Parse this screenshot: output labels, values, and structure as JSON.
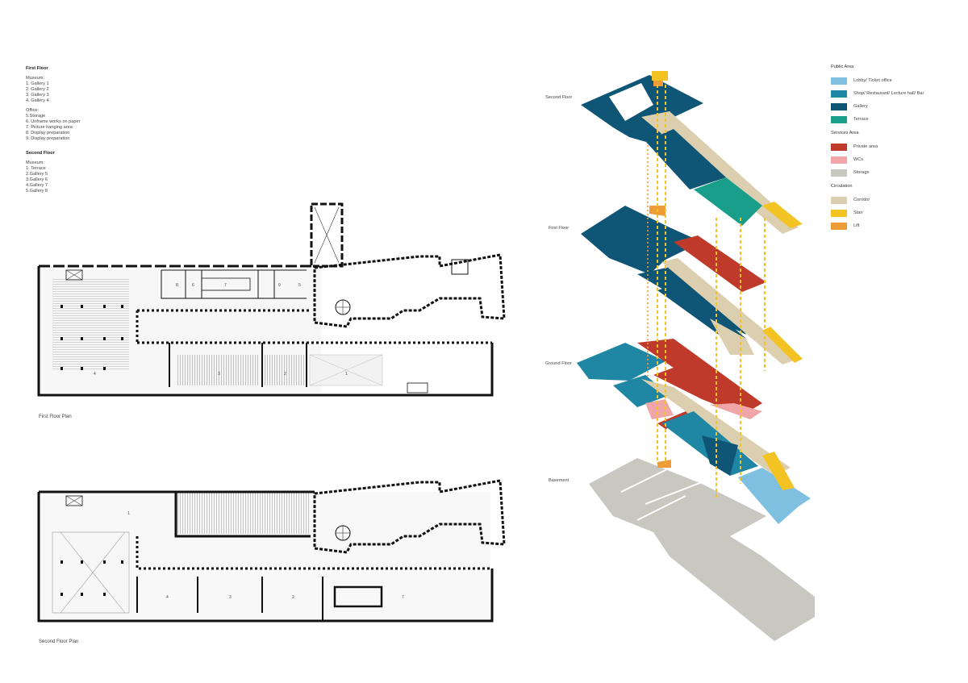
{
  "notes": {
    "first_floor": {
      "title": "First Floor",
      "museum_heading": "Museum:",
      "museum_items": [
        "1. Gallery 1",
        "2. Gallery 2",
        "3. Gallery 3",
        "4. Gallery 4"
      ],
      "office_heading": "Office:",
      "office_items": [
        "5.Storage",
        "6. Unframe works on paper",
        "7. Picture hanging area",
        "8. Display preparation",
        "9. Display preparation"
      ]
    },
    "second_floor": {
      "title": "Second Floor",
      "museum_heading": "Museum:",
      "museum_items": [
        "1. Terrace",
        "2.Gallery 5",
        "3.Gallery 6",
        "4.Gallery 7",
        "5.Gallery 8"
      ]
    }
  },
  "plans": {
    "first_caption": "First Floor Plan",
    "second_caption": "Second Floor Plan",
    "first_labels": [
      "4",
      "3",
      "2",
      "1",
      "7",
      "6",
      "8",
      "9",
      "5"
    ],
    "second_labels": [
      "1",
      "4",
      "3",
      "2",
      "7"
    ]
  },
  "axo": {
    "floors": [
      "Second Floor",
      "First Floor",
      "Ground Floor",
      "Basement"
    ]
  },
  "legend": {
    "groups": [
      {
        "title": "Public Area",
        "items": [
          {
            "label": "Lobby/ Ticket office",
            "color": "#7fbfe0"
          },
          {
            "label": "Shop/ Restaurant/ Lecture hall/ Bar",
            "color": "#1f86a3"
          },
          {
            "label": "Gallery",
            "color": "#0f5576"
          },
          {
            "label": "Terrace",
            "color": "#1a9e8c"
          }
        ]
      },
      {
        "title": "Services Area",
        "items": [
          {
            "label": "Private area",
            "color": "#c03a2b"
          },
          {
            "label": "WCs",
            "color": "#f0a5a8"
          },
          {
            "label": "Storage",
            "color": "#c8c8c0"
          }
        ]
      },
      {
        "title": "Circulation",
        "items": [
          {
            "label": "Corridor",
            "color": "#dccfb0"
          },
          {
            "label": "Stair",
            "color": "#f2c322"
          },
          {
            "label": "Lift",
            "color": "#ee9c38"
          }
        ]
      }
    ]
  }
}
